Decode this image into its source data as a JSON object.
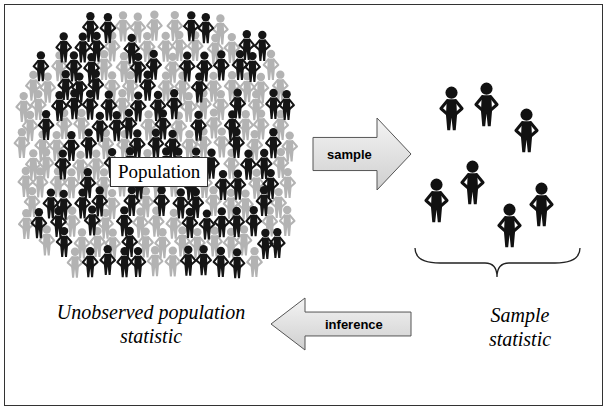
{
  "diagram": {
    "nodes": [
      {
        "text": [
          "Population"
        ]
      },
      {
        "text": [
          "sample"
        ]
      },
      {
        "text": [
          "inference"
        ]
      }
    ],
    "labels": [
      "Unobserved population statistic",
      "Sample statistic"
    ]
  }
}
